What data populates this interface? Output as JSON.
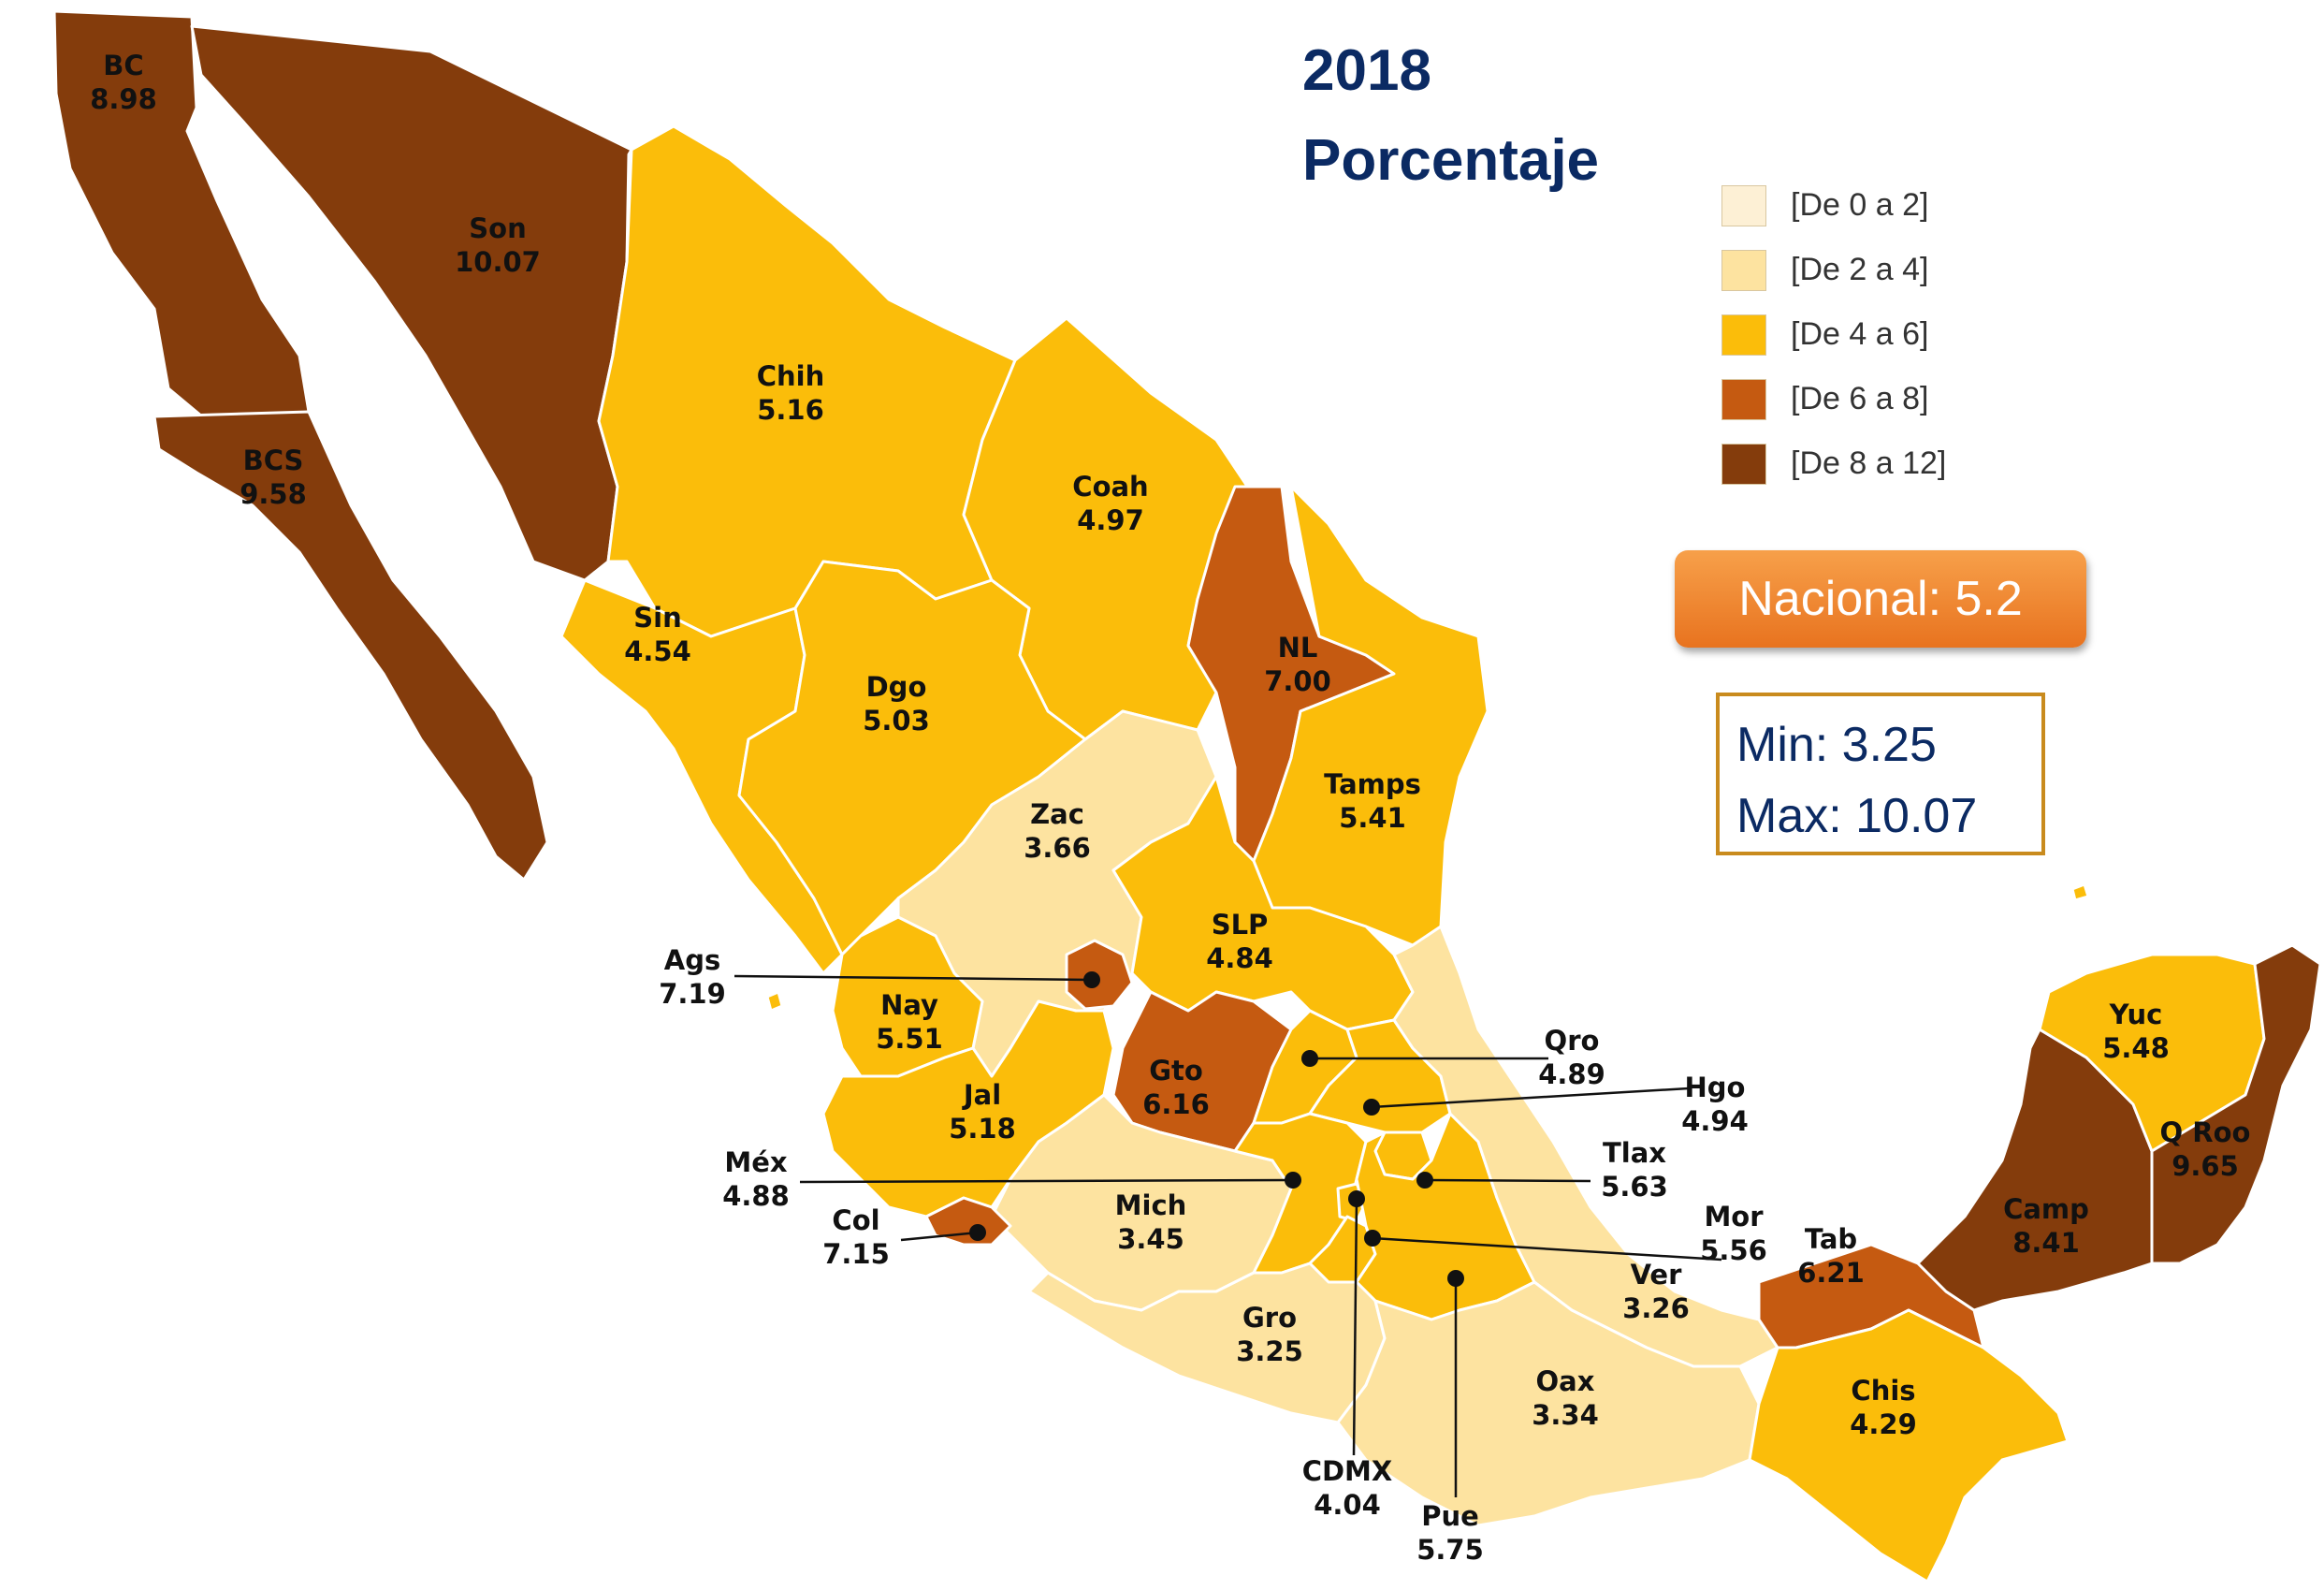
{
  "title": {
    "year": "2018",
    "subtitle": "Porcentaje"
  },
  "colors": {
    "bin_0_2": "#fdf0d5",
    "bin_2_4": "#fde3a0",
    "bin_4_6": "#fbbd0a",
    "bin_6_8": "#c55a11",
    "bin_8_12": "#843c0c",
    "border": "#ffffff"
  },
  "legend": {
    "items": [
      {
        "label": "[De 0 a 2]",
        "color": "#fdf0d5"
      },
      {
        "label": "[De 2 a 4]",
        "color": "#fde3a0"
      },
      {
        "label": "[De 4 a 6]",
        "color": "#fbbd0a"
      },
      {
        "label": "[De 6 a 8]",
        "color": "#c55a11"
      },
      {
        "label": "[De 8 a 12]",
        "color": "#843c0c"
      }
    ]
  },
  "nacional": "Nacional: 5.2",
  "minmax": {
    "min": "Min: 3.25",
    "max": "Max: 10.07"
  },
  "states": [
    {
      "abbr": "BC",
      "value": "8.98"
    },
    {
      "abbr": "BCS",
      "value": "9.58"
    },
    {
      "abbr": "Son",
      "value": "10.07"
    },
    {
      "abbr": "Chih",
      "value": "5.16"
    },
    {
      "abbr": "Coah",
      "value": "4.97"
    },
    {
      "abbr": "Sin",
      "value": "4.54"
    },
    {
      "abbr": "Dgo",
      "value": "5.03"
    },
    {
      "abbr": "NL",
      "value": "7.00"
    },
    {
      "abbr": "Tamps",
      "value": "5.41"
    },
    {
      "abbr": "Zac",
      "value": "3.66"
    },
    {
      "abbr": "SLP",
      "value": "4.84"
    },
    {
      "abbr": "Ags",
      "value": "7.19"
    },
    {
      "abbr": "Nay",
      "value": "5.51"
    },
    {
      "abbr": "Jal",
      "value": "5.18"
    },
    {
      "abbr": "Gto",
      "value": "6.16"
    },
    {
      "abbr": "Qro",
      "value": "4.89"
    },
    {
      "abbr": "Hgo",
      "value": "4.94"
    },
    {
      "abbr": "Méx",
      "value": "4.88"
    },
    {
      "abbr": "Tlax",
      "value": "5.63"
    },
    {
      "abbr": "Mich",
      "value": "3.45"
    },
    {
      "abbr": "Col",
      "value": "7.15"
    },
    {
      "abbr": "Mor",
      "value": "5.56"
    },
    {
      "abbr": "Ver",
      "value": "3.26"
    },
    {
      "abbr": "Gro",
      "value": "3.25"
    },
    {
      "abbr": "Oax",
      "value": "3.34"
    },
    {
      "abbr": "CDMX",
      "value": "4.04"
    },
    {
      "abbr": "Pue",
      "value": "5.75"
    },
    {
      "abbr": "Tab",
      "value": "6.21"
    },
    {
      "abbr": "Chis",
      "value": "4.29"
    },
    {
      "abbr": "Camp",
      "value": "8.41"
    },
    {
      "abbr": "Yuc",
      "value": "5.48"
    },
    {
      "abbr": "Q Roo",
      "value": "9.65"
    }
  ]
}
